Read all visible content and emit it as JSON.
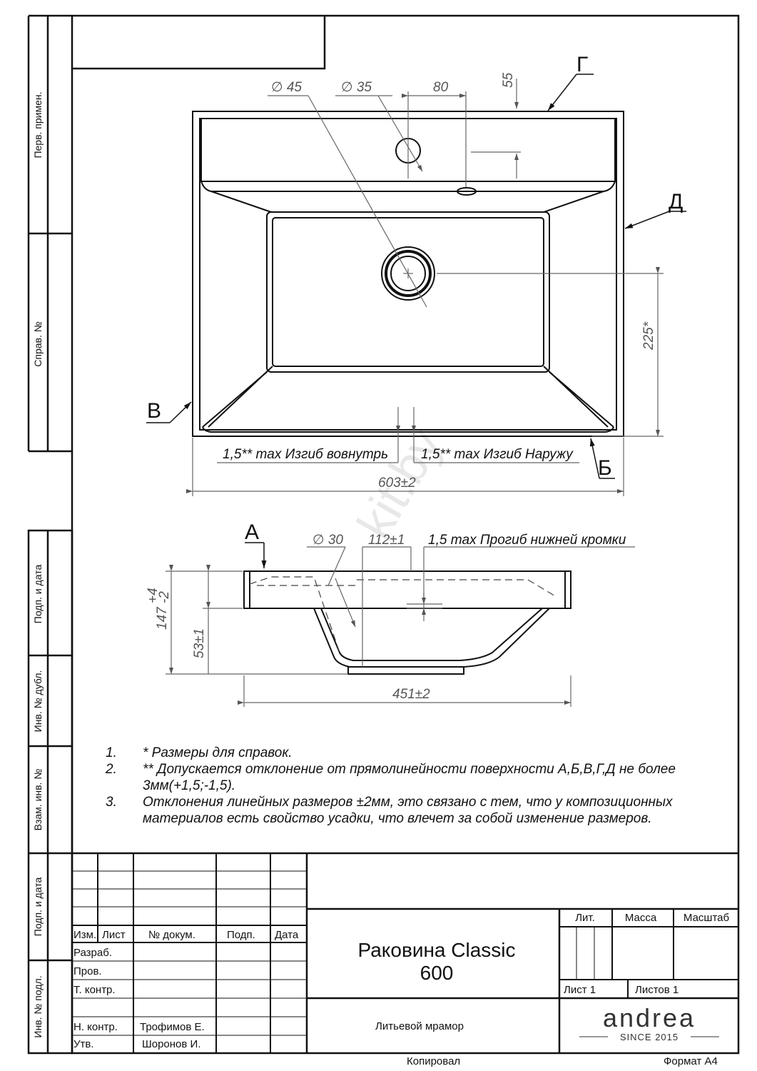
{
  "side_stamps": {
    "perv_primen": "Перв. примен.",
    "sprav_no": "Справ. №",
    "podp_data_1": "Подп. и дата",
    "inv_dubl": "Инв. № дубл.",
    "vzam_inv": "Взам. инв. №",
    "podp_data_2": "Подп. и дата",
    "inv_podl": "Инв. № подл."
  },
  "top_view": {
    "d45": "∅ 45",
    "d35": "∅ 35",
    "dim80": "80",
    "dim55": "55",
    "dim225": "225*",
    "dim603": "603±2",
    "bend_in": "1,5** max Изгиб вовнутрь",
    "bend_out": "1,5** max Изгиб Наружу",
    "label_g": "Г",
    "label_d": "Д",
    "label_v": "В",
    "label_b": "Б"
  },
  "side_view": {
    "label_a": "А",
    "d30": "∅ 30",
    "dim112": "112±1",
    "sag": "1,5 max Прогиб нижней кромки",
    "dim147": "147",
    "dim147_tol_up": "+4",
    "dim147_tol_dn": "-2",
    "dim53": "53±1",
    "dim451": "451±2"
  },
  "notes": [
    {
      "num": "1.",
      "text": "*  Размеры для справок."
    },
    {
      "num": "2.",
      "text": "**  Допускается отклонение от прямолинейности поверхности А,Б,В,Г,Д не более",
      "cont": "3мм(+1,5;-1,5)."
    },
    {
      "num": "3.",
      "text": "Отклонения линейных размеров  ±2мм, это связано с тем, что у композиционных",
      "cont": "материалов есть свойство усадки, что влечет за собой изменение размеров."
    }
  ],
  "title_block": {
    "headers": {
      "izm": "Изм.",
      "list": "Лист",
      "dokum": "№ докум.",
      "podp": "Подп.",
      "data": "Дата"
    },
    "rows": {
      "razrab": "Разраб.",
      "prov": "Пров.",
      "t_kontr": "Т. контр.",
      "n_kontr": "Н. контр.",
      "utv": "Утв."
    },
    "names": {
      "n_kontr": "Трофимов Е.",
      "utv": "Шоронов И."
    },
    "title_line1": "Раковина Classic",
    "title_line2": "600",
    "material": "Литьевой мрамор",
    "lit": "Лит.",
    "massa": "Масса",
    "masshtab": "Масштаб",
    "sheet": "Лист 1",
    "sheets": "Листов 1",
    "logo": "andrea",
    "logo_since": "SINCE 2015",
    "kopiroval": "Копировал",
    "format": "Формат А4"
  },
  "watermark": "kit.by"
}
